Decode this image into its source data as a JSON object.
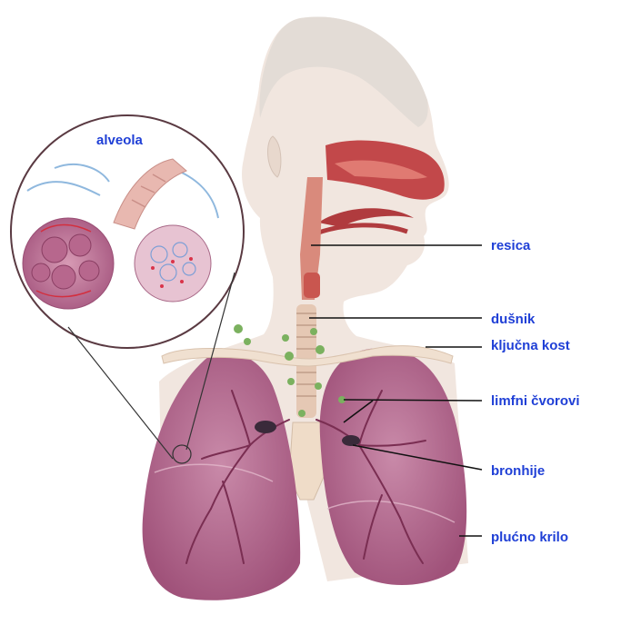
{
  "labels": {
    "alveola": "alveola",
    "resica": "resica",
    "dusnik": "dušnik",
    "kljucna_kost": "ključna kost",
    "limfni_cvorovi": "limfni čvorovi",
    "bronhije": "bronhije",
    "plucno_krilo": "plućno krilo"
  },
  "colors": {
    "label_text": "#1f3fd6",
    "lung": "#b5668e",
    "lung_dark": "#8e3d66",
    "skin": "#f1e6df",
    "hair": "#e3dcd6",
    "nasal": "#c2484a",
    "trachea": "#e5c8b4",
    "bone": "#f0e0d0",
    "lymph": "#7bb15f",
    "leader_line": "#111111"
  }
}
